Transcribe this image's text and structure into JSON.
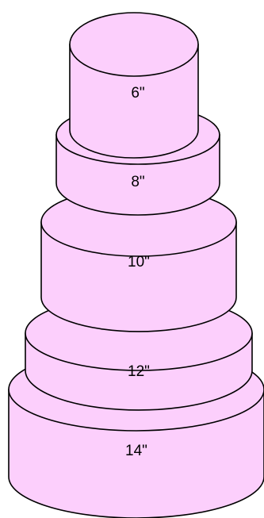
{
  "diagram": {
    "colors": {
      "fill": "#FCCFFC",
      "stroke": "#000000",
      "background": "#FFFFFF"
    },
    "tiers": [
      {
        "id": "14",
        "label": "14\""
      },
      {
        "id": "12",
        "label": "12\""
      },
      {
        "id": "10",
        "label": "10\""
      },
      {
        "id": "8",
        "label": "8\""
      },
      {
        "id": "6",
        "label": "6\""
      }
    ]
  }
}
